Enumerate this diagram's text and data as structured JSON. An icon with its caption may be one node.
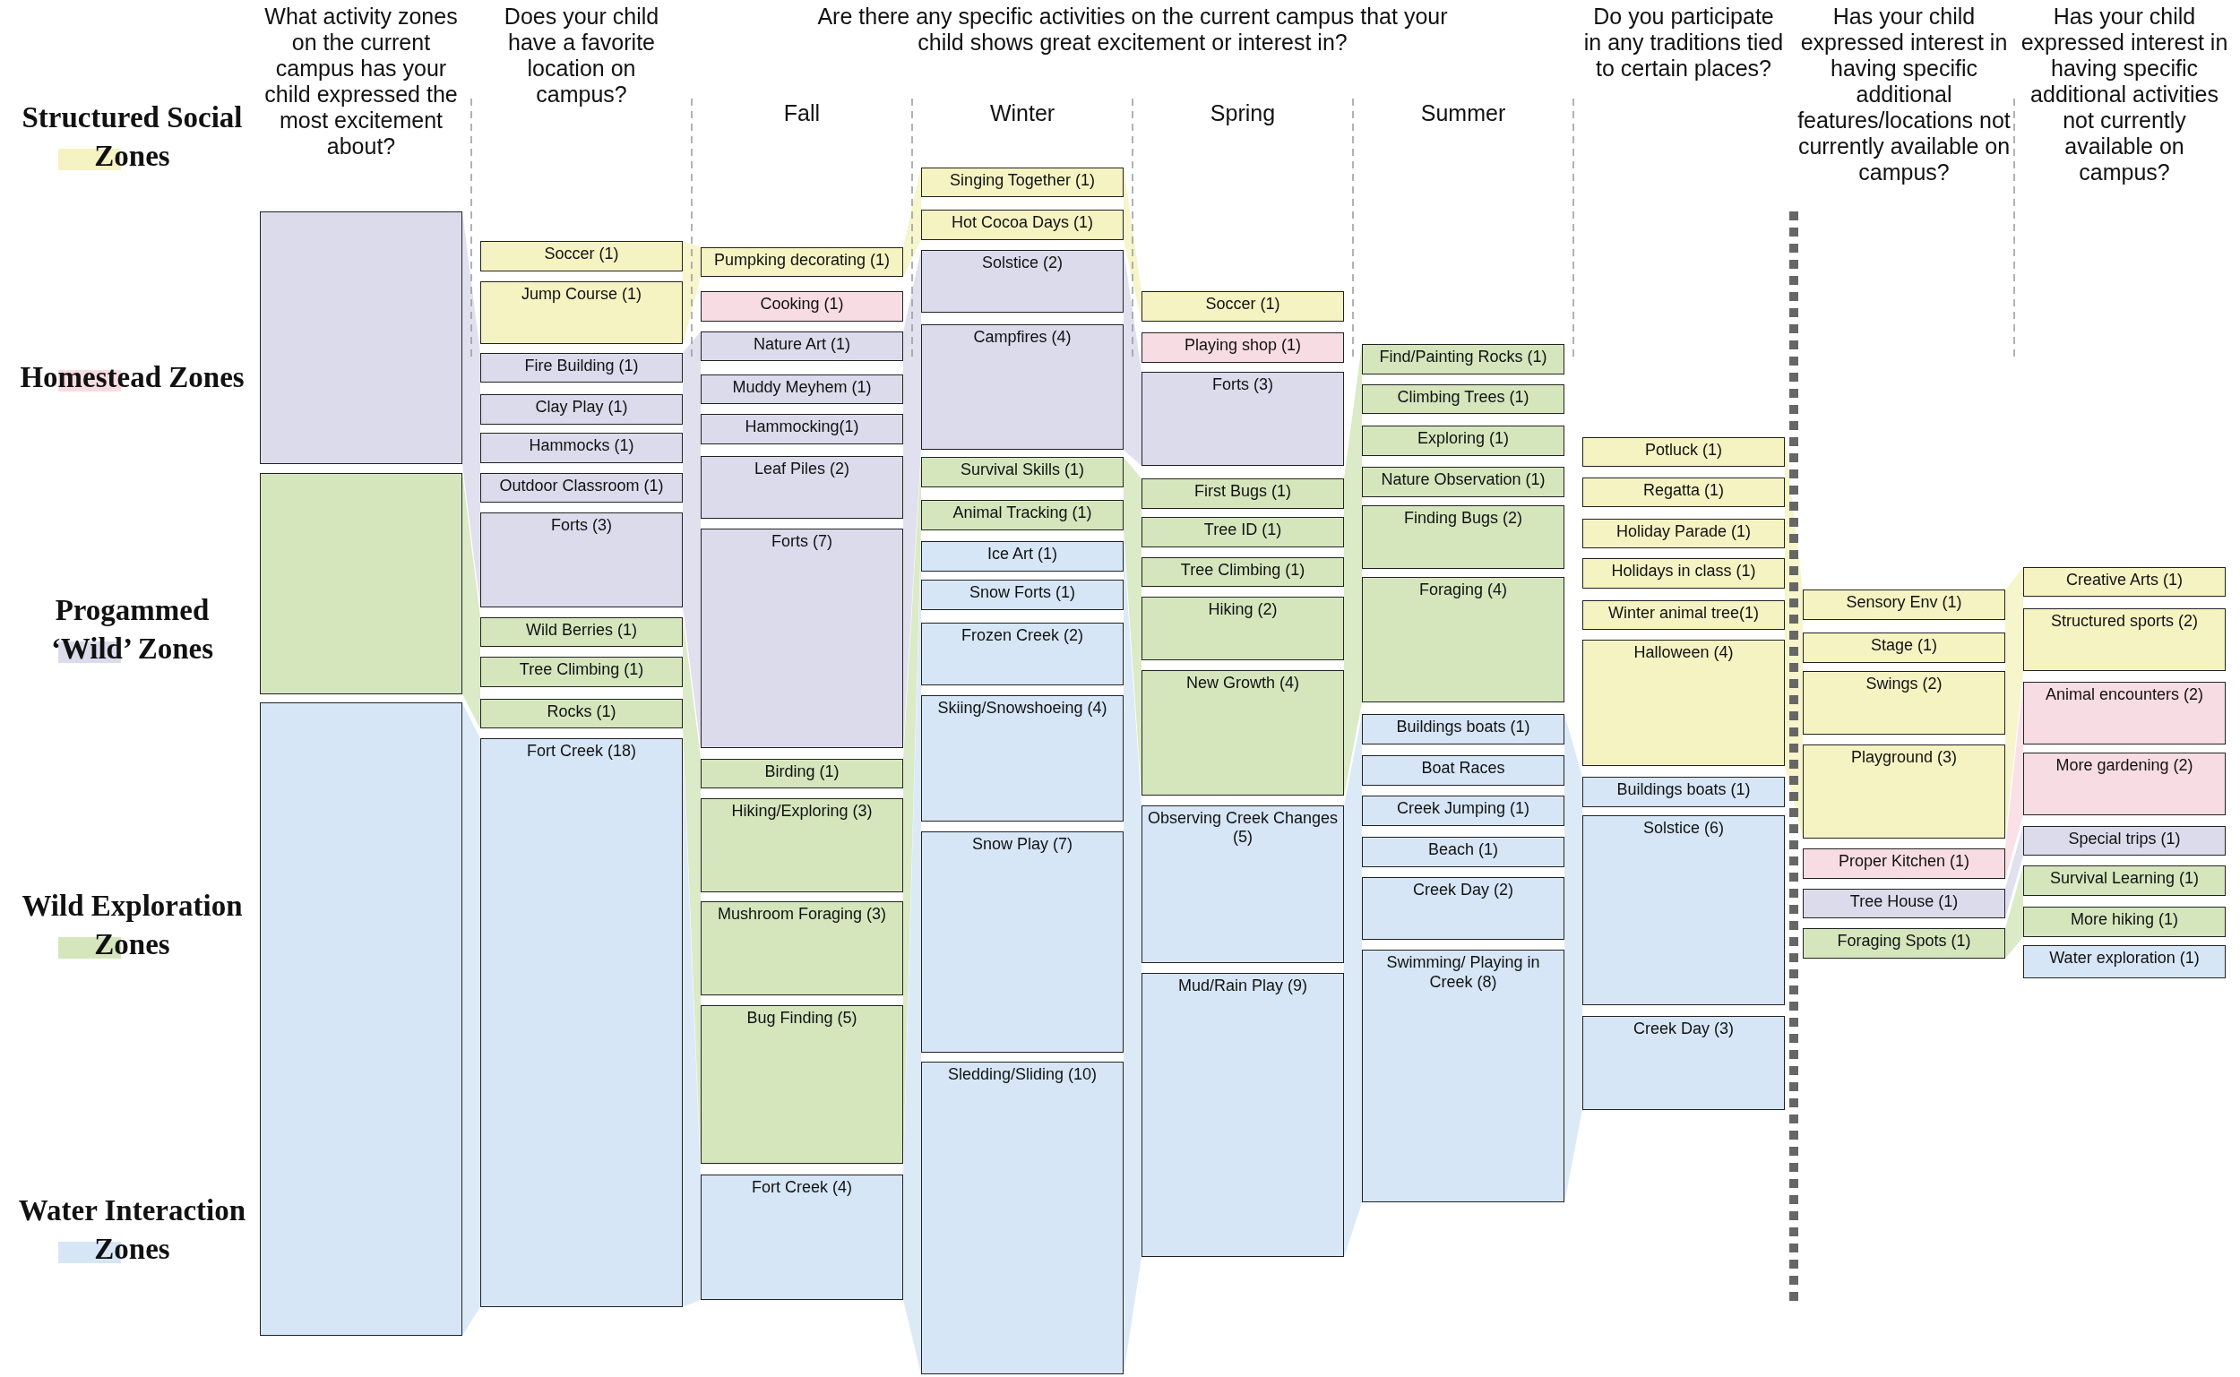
{
  "diagram": {
    "nodes": [
      {
        "text": [],
        "shape": "box"
      },
      {
        "text": [],
        "shape": "box"
      },
      {
        "text": [],
        "shape": "box"
      },
      {
        "text": [
          "Soccer (1)"
        ]
      },
      {
        "text": [
          "Jump Course (1)"
        ]
      },
      {
        "text": [
          "Fire Building (1)"
        ]
      },
      {
        "text": [
          "Clay Play (1)"
        ]
      },
      {
        "text": [
          "Hammocks (1)"
        ]
      },
      {
        "text": [
          "Outdoor Classroom (1)"
        ]
      },
      {
        "text": [
          "Forts (3)"
        ]
      },
      {
        "text": [
          "Wild Berries (1)"
        ]
      },
      {
        "text": [
          "Tree Climbing (1)"
        ]
      },
      {
        "text": [
          "Rocks (1)"
        ]
      },
      {
        "text": [
          "Fort Creek (18)"
        ]
      },
      {
        "text": [
          "Pumpking decorating (1)"
        ]
      },
      {
        "text": [
          "Cooking (1)"
        ]
      },
      {
        "text": [
          "Nature Art (1)"
        ]
      },
      {
        "text": [
          "Muddy Meyhem (1)"
        ]
      },
      {
        "text": [
          "Hammocking(1)"
        ]
      },
      {
        "text": [
          "Leaf Piles (2)"
        ]
      },
      {
        "text": [
          "Forts (7)"
        ]
      },
      {
        "text": [
          "Birding (1)"
        ]
      },
      {
        "text": [
          "Hiking/Exploring (3)"
        ]
      },
      {
        "text": [
          "Mushroom Foraging (3)"
        ]
      },
      {
        "text": [
          "Bug Finding (5)"
        ]
      },
      {
        "text": [
          "Fort Creek (4)"
        ]
      },
      {
        "text": [
          "Singing Together (1)"
        ]
      },
      {
        "text": [
          "Hot Cocoa Days (1)"
        ]
      },
      {
        "text": [
          "Solstice (2)"
        ]
      },
      {
        "text": [
          "Campfires (4)"
        ]
      },
      {
        "text": [
          "Survival Skills (1)"
        ]
      },
      {
        "text": [
          "Animal Tracking (1)"
        ]
      },
      {
        "text": [
          "Ice Art (1)"
        ]
      },
      {
        "text": [
          "Snow Forts (1)"
        ]
      },
      {
        "text": [
          "Frozen Creek (2)"
        ]
      },
      {
        "text": [
          "Skiing/Snowshoeing (4)"
        ]
      },
      {
        "text": [
          "Snow Play (7)"
        ]
      },
      {
        "text": [
          "Sledding/Sliding (10)"
        ]
      },
      {
        "text": [
          "Soccer (1)"
        ]
      },
      {
        "text": [
          "Playing shop (1)"
        ]
      },
      {
        "text": [
          "Forts (3)"
        ]
      },
      {
        "text": [
          "First Bugs (1)"
        ]
      },
      {
        "text": [
          "Tree ID (1)"
        ]
      },
      {
        "text": [
          "Tree Climbing (1)"
        ]
      },
      {
        "text": [
          "Hiking (2)"
        ]
      },
      {
        "text": [
          "New Growth (4)"
        ]
      },
      {
        "text": [
          "Observing Creek Changes (5)"
        ]
      },
      {
        "text": [
          "Mud/Rain Play (9)"
        ]
      },
      {
        "text": [
          "Find/Painting Rocks (1)"
        ]
      },
      {
        "text": [
          "Climbing Trees (1)"
        ]
      },
      {
        "text": [
          "Exploring (1)"
        ]
      },
      {
        "text": [
          "Nature Observation (1)"
        ]
      },
      {
        "text": [
          "Finding Bugs (2)"
        ]
      },
      {
        "text": [
          "Foraging (4)"
        ]
      },
      {
        "text": [
          "Buildings boats (1)"
        ]
      },
      {
        "text": [
          "Boat Races"
        ]
      },
      {
        "text": [
          "Creek Jumping (1)"
        ]
      },
      {
        "text": [
          "Beach (1)"
        ]
      },
      {
        "text": [
          "Creek Day (2)"
        ]
      },
      {
        "text": [
          "Swimming/ Playing in Creek (8)"
        ]
      },
      {
        "text": [
          "Potluck (1)"
        ]
      },
      {
        "text": [
          "Regatta (1)"
        ]
      },
      {
        "text": [
          "Holiday Parade (1)"
        ]
      },
      {
        "text": [
          "Holidays in class (1)"
        ]
      },
      {
        "text": [
          "Winter animal tree(1)"
        ]
      },
      {
        "text": [
          "Halloween (4)"
        ]
      },
      {
        "text": [
          "Buildings boats (1)"
        ]
      },
      {
        "text": [
          "Solstice (6)"
        ]
      },
      {
        "text": [
          "Creek Day (3)"
        ]
      },
      {
        "text": [
          "Sensory Env (1)"
        ]
      },
      {
        "text": [
          "Stage (1)"
        ]
      },
      {
        "text": [
          "Swings (2)"
        ]
      },
      {
        "text": [
          "Playground (3)"
        ]
      },
      {
        "text": [
          "Proper Kitchen (1)"
        ]
      },
      {
        "text": [
          "Tree House (1)"
        ]
      },
      {
        "text": [
          "Foraging Spots (1)"
        ]
      },
      {
        "text": [
          "Creative Arts (1)"
        ]
      },
      {
        "text": [
          "Structured sports (2)"
        ]
      },
      {
        "text": [
          "Animal encounters (2)"
        ]
      },
      {
        "text": [
          "More gardening (2)"
        ]
      },
      {
        "text": [
          "Special trips (1)"
        ]
      },
      {
        "text": [
          "Survival Learning (1)"
        ]
      },
      {
        "text": [
          "More hiking (1)"
        ]
      },
      {
        "text": [
          "Water exploration (1)"
        ]
      }
    ],
    "labels": [
      "What activity zones on the current campus has your child expressed the most excitement about?",
      "Does your child have a favorite location on campus?",
      "Are there any specific activities on the current campus that your child shows great excitement or interest in?",
      "Do you participate in any traditions tied to certain places?",
      "Has your child expressed interest in having specific additional features/locations not currently available on campus?",
      "Has your child expressed interest in having specific additional activities not currently available on campus?",
      "Fall",
      "Winter",
      "Spring",
      "Summer"
    ],
    "legend": [
      {
        "text": "Structured Social Zones",
        "color": "#f5f3c2"
      },
      {
        "text": "Homestead Zones",
        "color": "#f8dce3"
      },
      {
        "text": "Progammed ‘Wild’ Zones",
        "color": "#dcdbec"
      },
      {
        "text": "Wild Exploration Zones",
        "color": "#d5e6bd"
      },
      {
        "text": "Water Interaction Zones",
        "color": "#d6e6f6"
      }
    ]
  }
}
